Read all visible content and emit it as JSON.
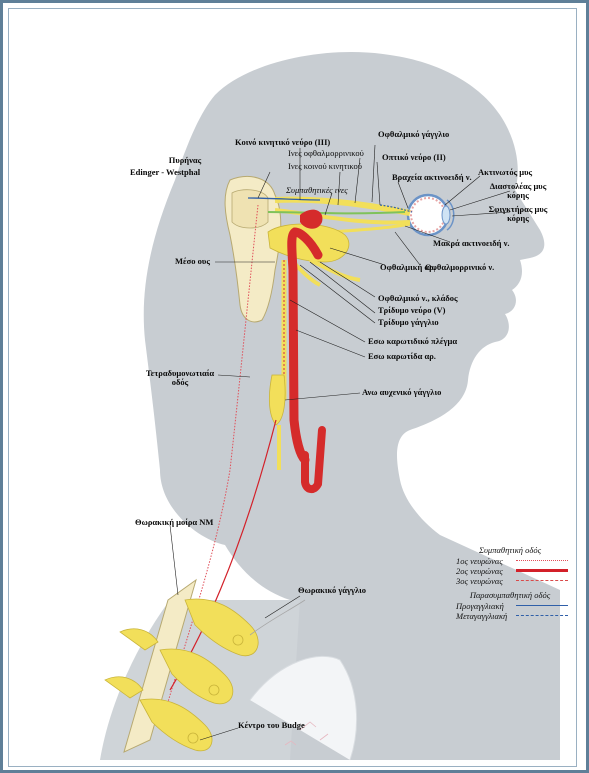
{
  "labels": {
    "koino_kinitiko": "Κοινό κινητικό νεύρο (III)",
    "ofthalmiko_gaglio": "Οφθαλμικό γάγγλιο",
    "ines_ofthalmorrinikou": "Ινες οφθαλμορρινικού",
    "ines_koinou_kinitikou": "Ινες κοινού κινητικού",
    "optiko_neyro": "Οπτικό νεύρο (II)",
    "pyrinas": "Πυρήνας",
    "edinger": "Edinger - Westphal",
    "sympathitikes_ines": "Συμπαθητικές ινες",
    "vraxeia_aktinoeidi": "Βραχεία ακτινοειδή ν.",
    "aktinotos_mys": "Ακτινωτός μυς",
    "diastoleas": "Διαστολέας μυς κόρης",
    "sfigktiras": "Σφιγκτήρας μυς κόρης",
    "makra_aktinoeidi": "Μακρά ακτινοειδή ν.",
    "meso_ous": "Μέσο ους",
    "ofthalmiki_ar": "Οφθαλμική αρ.",
    "ofthalmorrinikou_n": "Οφθαλμορρινικό ν.",
    "ofthalmiko_kladow": "Οφθαλμικό ν., κλάδος",
    "trididymo_neyro": "Τρίδυμο νεύρο (V)",
    "trididymo_gaglio": "Τρίδυμο γάγγλιο",
    "eso_karotidiko": "Εσω καρωτιδικό πλέγμα",
    "eso_karotida": "Εσω καρωτίδα αρ.",
    "tetradymo": "Τετραδυμονωτιαία οδός",
    "ano_aucheniko": "Ανω αυχενικό γάγγλιο",
    "thorakiki_moira": "Θωρακική μοίρα ΝΜ",
    "thorakiko_gaglio": "Θωρακικό γάγγλιο",
    "kentro_budge": "Κέντρο του Budge"
  },
  "legend": {
    "symp_title": "Συμπαθητική οδός",
    "neuron1": "1ος νευρώνας",
    "neuron2": "2ος νευρώνας",
    "neuron3": "3ος νευρώνας",
    "para_title": "Παρασυμπαθητική οδός",
    "pre": "Προγαγγλιακή",
    "post": "Μεταγαγγλιακή",
    "colors": {
      "red_dot": "#e0505a",
      "red_solid": "#d32029",
      "red_dash": "#d94a4a",
      "blue": "#2f5fa8"
    }
  },
  "colors": {
    "silhouette": "#c8cdd2",
    "nerve_yellow": "#f2df5a",
    "artery_red": "#d52b2b",
    "bone": "#f4ebc6"
  }
}
